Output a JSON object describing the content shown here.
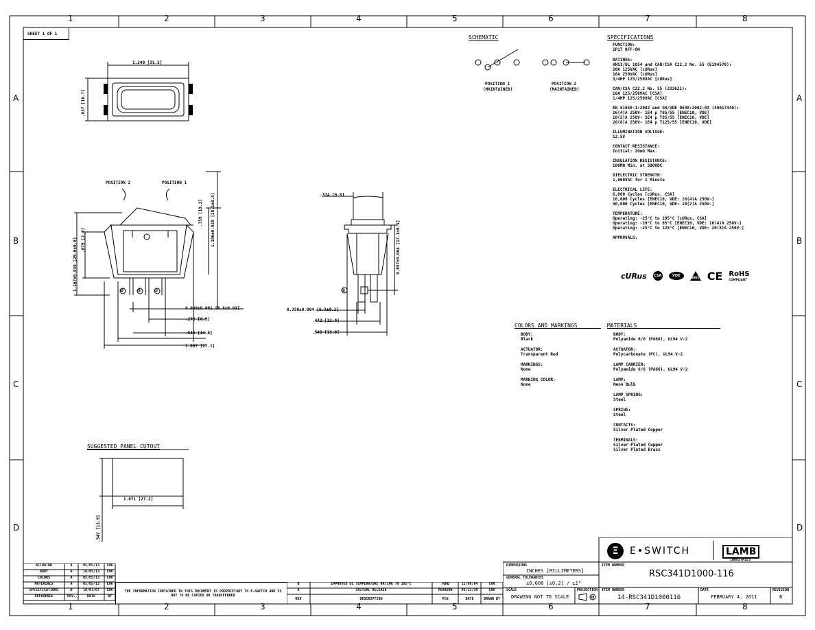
{
  "border": {
    "columns": [
      "1",
      "2",
      "3",
      "4",
      "5",
      "6",
      "7",
      "8"
    ],
    "rows": [
      "A",
      "B",
      "C",
      "D"
    ]
  },
  "sheet": "SHEET 1 OF 1",
  "top_view": {
    "width_dim": "1.240 [31.5]",
    "height_dim": ".637 [16.7]"
  },
  "side_view": {
    "pos2_label": "POSITION 2",
    "pos1_label": "POSITION 1",
    "overall_height": "1.106±0.020 [28.1±0.5]",
    "actuator_height": ".759 [19.3]",
    "body_height": "1.167±0.030 [29.6±0.8]",
    "inner_height": ".079 [2.0]",
    "dims": [
      "0.030±0.001 [0.8±0.03]",
      ".272 [6.9]",
      ".543 [14.0]",
      "1.067 [27.1]"
    ],
    "terminals": [
      "②",
      "③",
      "①"
    ]
  },
  "end_view": {
    "top_dim": ".374 [9.5]",
    "height_dim": "0.657±0.004 [17.1±0.1]",
    "dims": [
      "0.250±0.004 [6.3±0.1]",
      ".472 [12.0]",
      ".543 [13.8]"
    ],
    "terminal": "①"
  },
  "schematic": {
    "title": "SCHEMATIC",
    "pos1": [
      "POSITION 1",
      "(MAINTAINED)"
    ],
    "pos2": [
      "POSITION 2",
      "(MAINTAINED)"
    ]
  },
  "specifications": {
    "title": "SPECIFICATIONS",
    "blocks": [
      [
        "FUNCTION:",
        "  1P1T OFF-ON"
      ],
      [
        "RATINGS:",
        "  ANSI/UL 1054 and CAN/CSA C22.2 No. 55 (E194578):",
        "    20A 125VAC [cURus]",
        "    16A 250VAC [cURus]",
        "    3/4HP 125/250VAC [cURus]"
      ],
      [
        "  CAN/CSA C22.2 No. 55 (233621):",
        "    16A 125/250VAC [CSA]",
        "    1/4HP 125/250VAC [CSA]"
      ],
      [
        "  EN 61058-1:2002 and GN/VDE 0630:2002-03 (40017440):",
        "    16(4)A 250V~ 1E4 µ T85/55 [ENEC10, VDE]",
        "    10(2)A 250V~ 5E4 µ T85/55 [ENEC10, VDE]",
        "    20(8)A 250V~ 1E4 µ T125/55 [ENEC10, VDE]"
      ],
      [
        "ILLUMINATION VOLTAGE:",
        "  12.5V"
      ],
      [
        "CONTACT RESISTANCE:",
        "  Initial: 20mΩ Max."
      ],
      [
        "INSULATION RESISTANCE:",
        "  100MΩ Min. at 500VDC"
      ],
      [
        "DIELECTRIC STRENGTH:",
        "  1,000VAC for 1 Minute"
      ],
      [
        "ELECTRICAL LIFE:",
        "  6,000 Cycles [cURus, CSA]",
        "  10,000 Cycles [ENEC10, VDE: 16(4)A 250V~]",
        "  50,000 Cycles [ENEC10, VDE: 10(2)A 250V~]"
      ],
      [
        "TEMPERATURE:",
        "  Operating: -25°C to 105°C [cURus, CSA]",
        "  Operating: -20°C to 85°C [ENEC10, VDE: 16(4)A 250V~]",
        "  Operating: -25°C to 125°C [ENEC10, VDE: 20(8)A 250V~]"
      ],
      [
        "APPROVALS:"
      ]
    ],
    "approvals": [
      "cURus",
      "CSA",
      "VDE",
      "ENEC",
      "CE",
      "RoHS",
      "COMPLIANT"
    ]
  },
  "colors_markings": {
    "title": "COLORS AND MARKINGS",
    "items": [
      [
        "BODY:",
        "  Black"
      ],
      [
        "ACTUATOR:",
        "  Transparent Red"
      ],
      [
        "MARKINGS:",
        "  None"
      ],
      [
        "MARKING COLOR:",
        "  None"
      ]
    ]
  },
  "materials": {
    "title": "MATERIALS",
    "items": [
      [
        "BODY:",
        "  Polyamide 6/6 (PA66), UL94 V-2"
      ],
      [
        "ACTUATOR:",
        "  Polycarbonate (PC), UL94 V-2"
      ],
      [
        "LAMP CARRIER:",
        "  Polyamide 6/6 (PA66), UL94 V-2"
      ],
      [
        "LAMP:",
        "  Neon Bulb"
      ],
      [
        "LAMP SPRING:",
        "  Steel"
      ],
      [
        "SPRING:",
        "  Steel"
      ],
      [
        "CONTACTS:",
        "  Silver Plated Copper"
      ],
      [
        "TERMINALS:",
        "  Silver Plated Copper",
        "  Silver Plated Brass"
      ]
    ]
  },
  "panel_cutout": {
    "title": "SUGGESTED PANEL CUTOUT",
    "width_dim": "1.071 [27.2]",
    "height_dim": ".547 [13.9]"
  },
  "revision_table": {
    "rows": [
      [
        "ACTUATOR",
        "A",
        "05/05/13",
        "CHK"
      ],
      [
        "BODY",
        "A",
        "10/05/13",
        "CHK"
      ],
      [
        "COLORS",
        "A",
        "05/05/13",
        "CHK"
      ],
      [
        "MATERIALS",
        "A",
        "05/05/13",
        "CHK"
      ],
      [
        "SPECIFICATIONS",
        "B",
        "10/07/07",
        "CHK"
      ]
    ],
    "header": [
      "REFERENCE",
      "REV.",
      "DATE",
      "BY"
    ]
  },
  "confidential": "THE INFORMATION CONTAINED IN THIS DOCUMENT IS PROPRIETARY TO E-SWITCH AND IS NOT TO BE COPIED OR TRANSFERRED",
  "rev_history": {
    "rows": [
      [
        "B",
        "IMPROVED UL TEMPERATURE RATING TO 105°C",
        "TGRB",
        "11/08/04",
        "CHK"
      ],
      [
        "A",
        "INITIAL RELEASE",
        "PEARSON",
        "06/11/30",
        "CHK"
      ]
    ],
    "header": [
      "REV",
      "DESCRIPTION",
      "PCN",
      "DATE",
      "DRAWN BY"
    ]
  },
  "title_block": {
    "dimensions_label": "DIMENSIONS",
    "dimensions_value": "INCHES [MILLIMETERS]",
    "tolerance_label": "GENERAL TOLERANCES",
    "tolerance_value": "±0.008 [±0.2] / ±1°",
    "scale_label": "SCALE",
    "scale_value": "DRAWING NOT TO SCALE",
    "projection_label": "PROJECTION",
    "item_number_label": "ITEM NUMBER",
    "item_number": "RSC341D1000-116",
    "drawing_number": "14-RSC341D1000116",
    "date_label": "DATE",
    "date": "FEBRUARY 4, 2011",
    "revision_label": "REVISION",
    "revision": "B",
    "logo_eswitch": "E•SWITCH",
    "logo_lamb": "LAMB",
    "logo_lamb_sub": "INDUSTRIES"
  }
}
